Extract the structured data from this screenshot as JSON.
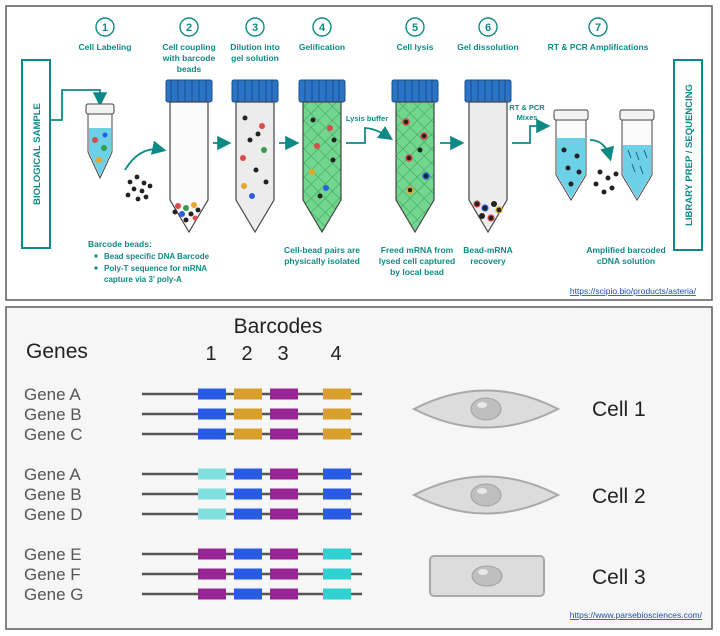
{
  "top_panel": {
    "side_left": "BIOLOGICAL SAMPLE",
    "side_right": "LIBRARY PREP / SEQUENCING",
    "steps": [
      {
        "num": "1",
        "lines": [
          "Cell Labeling"
        ]
      },
      {
        "num": "2",
        "lines": [
          "Cell coupling",
          "with barcode",
          "beads"
        ]
      },
      {
        "num": "3",
        "lines": [
          "Dilution into",
          "gel solution"
        ]
      },
      {
        "num": "4",
        "lines": [
          "Gelification"
        ]
      },
      {
        "num": "5",
        "lines": [
          "Cell lysis"
        ]
      },
      {
        "num": "6",
        "lines": [
          "Gel dissolution"
        ]
      },
      {
        "num": "7",
        "lines": [
          "RT & PCR Amplifications"
        ]
      }
    ],
    "lysis_buffer": "Lysis buffer",
    "rt_pcr_mixes": [
      "RT & PCR",
      "Mixes"
    ],
    "barcode_beads_title": "Barcode beads:",
    "barcode_beads_bullets": [
      [
        "Bead specific DNA Barcode"
      ],
      [
        "Poly-T sequence for mRNA",
        "capture via 3’ poly-A"
      ]
    ],
    "captions": {
      "isolated": [
        "Cell-bead pairs are",
        "physically isolated"
      ],
      "freed": [
        "Freed mRNA from",
        "lysed cell captured",
        "by local bead"
      ],
      "recovery": [
        "Bead-mRNA",
        "recovery"
      ],
      "amplified": [
        "Amplified barcoded",
        "cDNA solution"
      ]
    },
    "url": "https://scipio.bio/products/asteria/"
  },
  "bottom_panel": {
    "barcodes_title": "Barcodes",
    "genes_title": "Genes",
    "barcode_numbers": [
      "1",
      "2",
      "3",
      "4"
    ],
    "groups": [
      {
        "genes": [
          "Gene A",
          "Gene B",
          "Gene C"
        ],
        "cell": "Cell 1",
        "colors": [
          [
            "#2a5be6",
            "#d9a02b",
            "#9a2596",
            "#d9a02b"
          ],
          [
            "#2a5be6",
            "#d9a02b",
            "#9a2596",
            "#d9a02b"
          ],
          [
            "#2a5be6",
            "#d9a02b",
            "#9a2596",
            "#d9a02b"
          ]
        ]
      },
      {
        "genes": [
          "Gene A",
          "Gene B",
          "Gene D"
        ],
        "cell": "Cell 2",
        "colors": [
          [
            "#7fe0e0",
            "#2a5be6",
            "#9a2596",
            "#2a5be6"
          ],
          [
            "#7fe0e0",
            "#2a5be6",
            "#9a2596",
            "#2a5be6"
          ],
          [
            "#7fe0e0",
            "#2a5be6",
            "#9a2596",
            "#2a5be6"
          ]
        ]
      },
      {
        "genes": [
          "Gene E",
          "Gene F",
          "Gene G"
        ],
        "cell": "Cell 3",
        "colors": [
          [
            "#9a2596",
            "#2a5be6",
            "#9a2596",
            "#2fd1d1"
          ],
          [
            "#9a2596",
            "#2a5be6",
            "#9a2596",
            "#2fd1d1"
          ],
          [
            "#9a2596",
            "#2a5be6",
            "#9a2596",
            "#2fd1d1"
          ]
        ]
      }
    ],
    "url": "https://www.parsebiosciences.com/"
  },
  "colors": {
    "teal": "#0e8a86",
    "cap": "#2a73c6",
    "gel": "#6fd48a",
    "liquid": "#6cd0e6"
  }
}
